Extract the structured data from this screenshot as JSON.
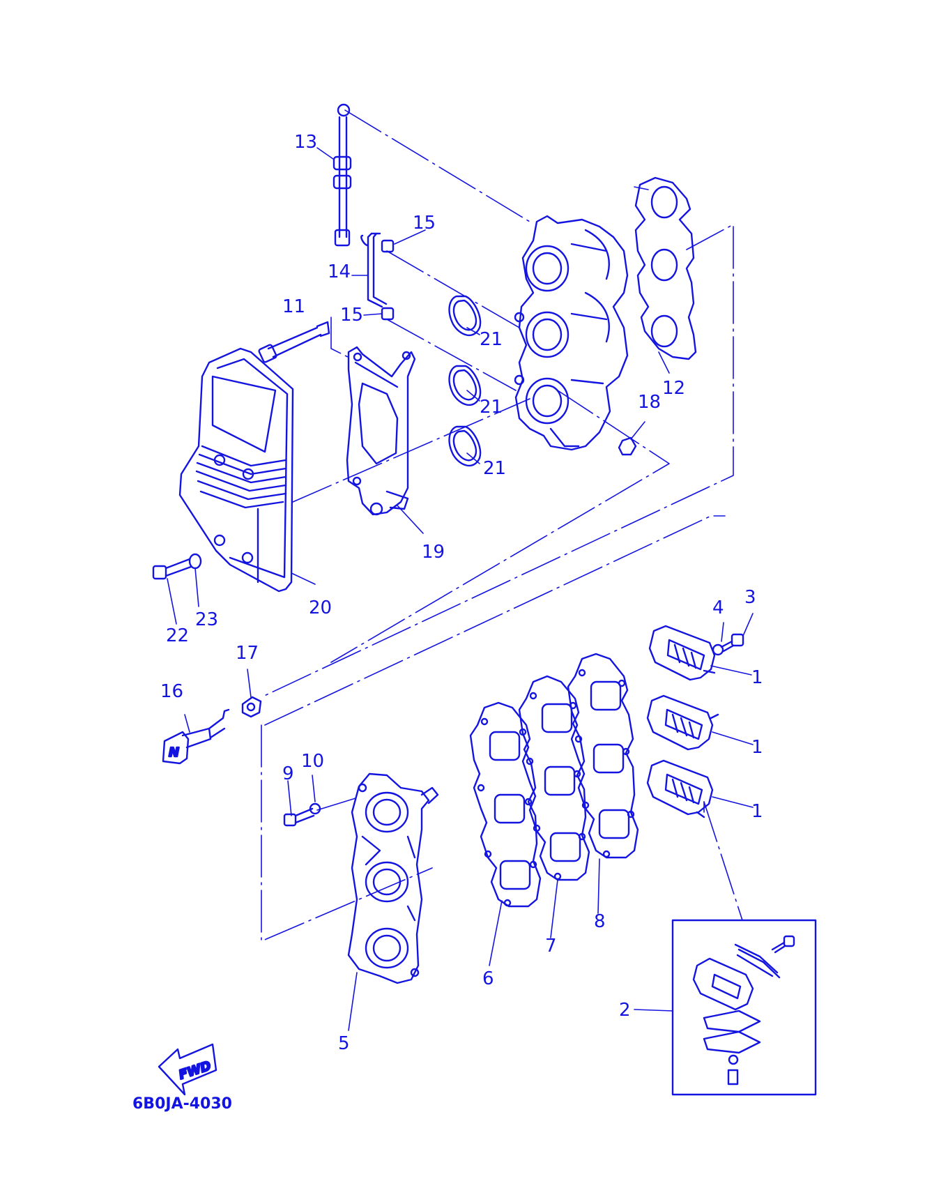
{
  "diagram_code": "6B0JA-4030",
  "fwd_label": "FWD",
  "n_mark": "N",
  "callouts": {
    "c1a": "1",
    "c1b": "1",
    "c1c": "1",
    "c2": "2",
    "c3": "3",
    "c4": "4",
    "c5": "5",
    "c6": "6",
    "c7": "7",
    "c8": "8",
    "c9": "9",
    "c10": "10",
    "c11": "11",
    "c12": "12",
    "c13": "13",
    "c14": "14",
    "c15a": "15",
    "c15b": "15",
    "c16": "16",
    "c17": "17",
    "c18": "18",
    "c19": "19",
    "c20": "20",
    "c21a": "21",
    "c21b": "21",
    "c21c": "21",
    "c22": "22",
    "c23": "23"
  },
  "colors": {
    "ink": "#1414e0",
    "paper": "#ffffff"
  }
}
